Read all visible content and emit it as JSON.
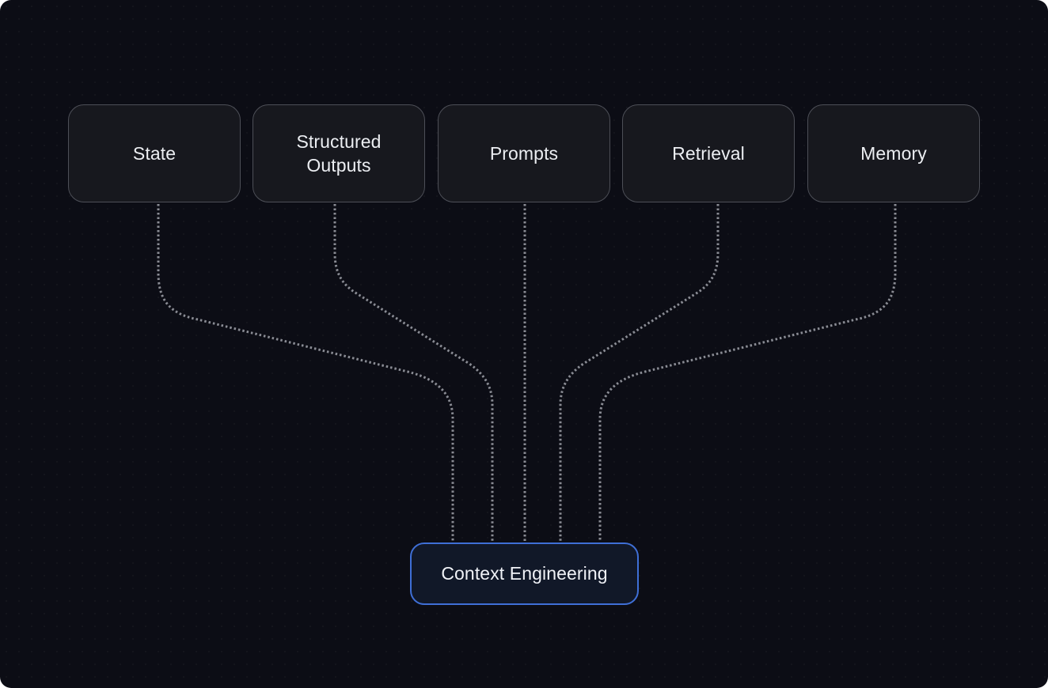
{
  "diagram": {
    "sources": [
      {
        "id": "state",
        "label": "State"
      },
      {
        "id": "structured-outputs",
        "label": "Structured\nOutputs"
      },
      {
        "id": "prompts",
        "label": "Prompts"
      },
      {
        "id": "retrieval",
        "label": "Retrieval"
      },
      {
        "id": "memory",
        "label": "Memory"
      }
    ],
    "target": {
      "label": "Context Engineering"
    },
    "colors": {
      "background": "#0c0d15",
      "node_fill": "#17181e",
      "node_border": "#4d4f57",
      "target_border": "#3f6fd6",
      "connector": "#8a8c94"
    }
  }
}
